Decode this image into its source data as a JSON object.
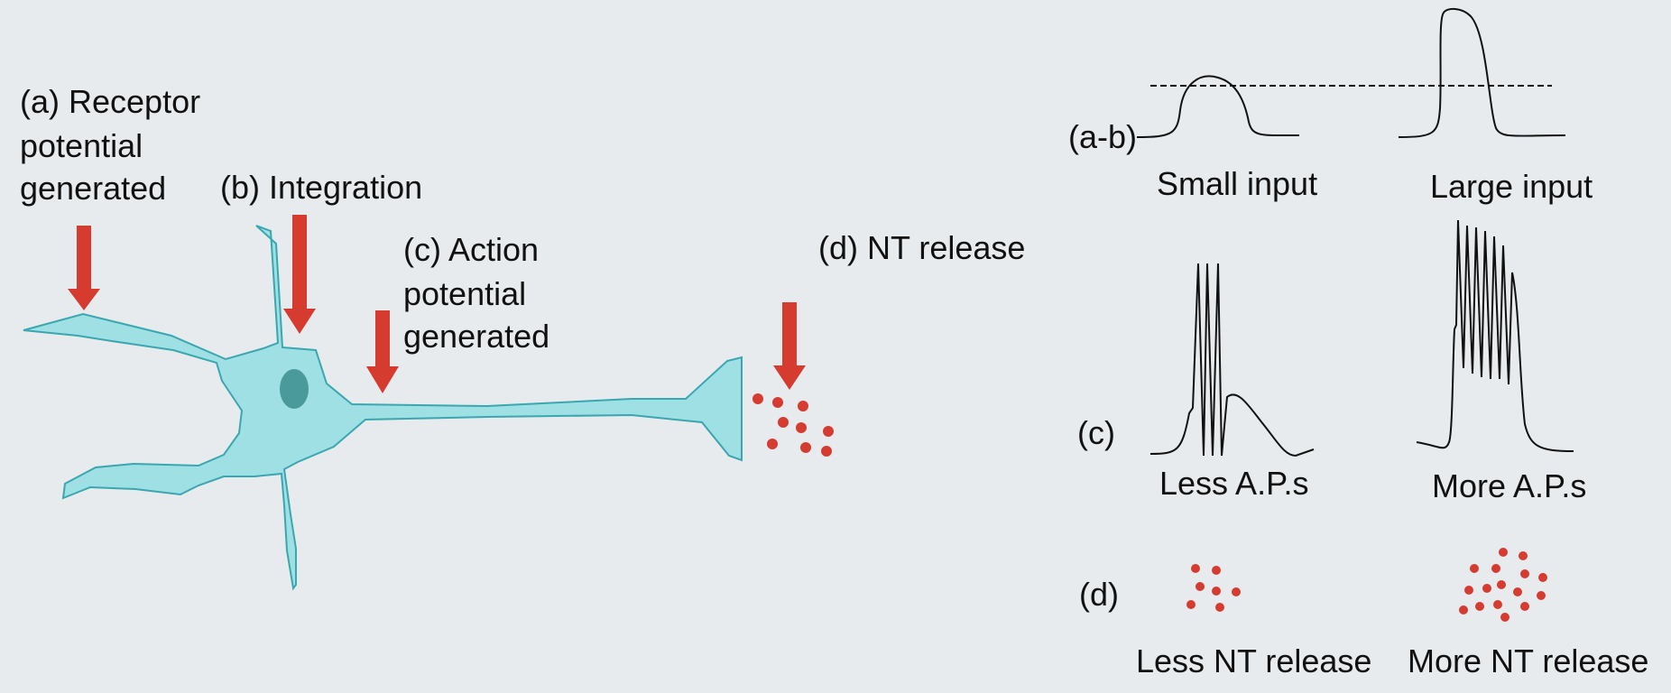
{
  "labels": {
    "a_line1": "(a) Receptor",
    "a_line2": "potential",
    "a_line3": "generated",
    "b": "(b) Integration",
    "c_line1": "(c) Action",
    "c_line2": "potential",
    "c_line3": "generated",
    "d": "(d) NT release"
  },
  "panel": {
    "row_ab": "(a-b)",
    "row_c": "(c)",
    "row_d": "(d)",
    "small_input": "Small input",
    "large_input": "Large input",
    "less_aps": "Less A.P.s",
    "more_aps": "More A.P.s",
    "less_nt": "Less NT release",
    "more_nt": "More NT release"
  },
  "colors": {
    "background": "#e8ebee",
    "neuron_fill": "#9ee0e3",
    "neuron_stroke": "#3aa7b0",
    "nucleus": "#4a9a9c",
    "arrow": "#d63b2f",
    "vesicle": "#d63b2f",
    "trace": "#111111"
  }
}
